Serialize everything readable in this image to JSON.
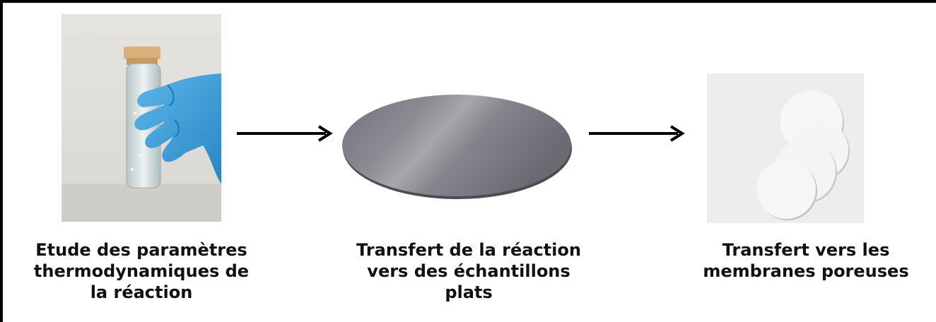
{
  "steps": [
    {
      "icon": "vial-in-gloved-hand-photo",
      "caption_lines": [
        "Etude des paramètres",
        "thermodynamiques de",
        "la réaction"
      ]
    },
    {
      "icon": "silicon-wafer-photo",
      "caption_lines": [
        "Transfert de la réaction",
        "vers des échantillons",
        "plats"
      ]
    },
    {
      "icon": "porous-membranes-photo",
      "caption_lines": [
        "Transfert vers les",
        "membranes poreuses"
      ]
    }
  ],
  "arrows": [
    "right-arrow-icon",
    "right-arrow-icon"
  ],
  "colors": {
    "glove": "#3a9fd8",
    "wafer": "#7f7f86",
    "membrane": "#f4f4f4",
    "text": "#111111"
  }
}
